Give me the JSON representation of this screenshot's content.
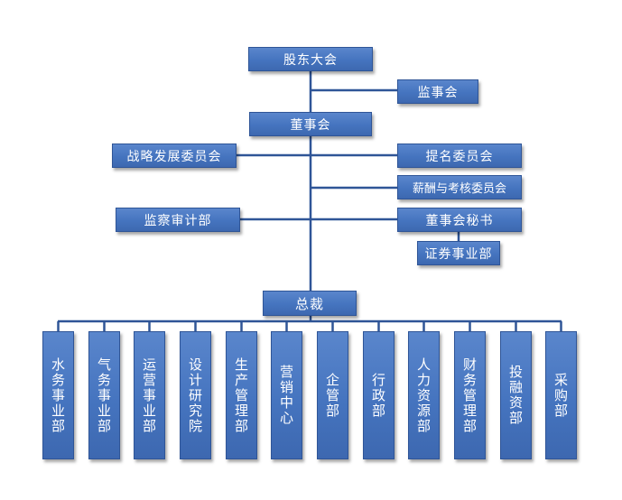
{
  "nodes": {
    "shareholders": "股东大会",
    "supervisory_board": "监事会",
    "board": "董事会",
    "strategy_committee": "战略发展委员会",
    "nomination_committee": "提名委员会",
    "compensation_committee": "薪酬与考核委员会",
    "audit_dept": "监察审计部",
    "board_secretary": "董事会秘书",
    "securities_dept": "证券事业部",
    "president": "总裁"
  },
  "departments": [
    "水务事业部",
    "气务事业部",
    "运营事业部",
    "设计研究院",
    "生产管理部",
    "营销中心",
    "企管部",
    "行政部",
    "人力资源部",
    "财务管理部",
    "投融资部",
    "采购部"
  ],
  "colors": {
    "box_fill": "#4574bf",
    "box_border": "#2f5597",
    "line": "#2f5597",
    "text": "#ffffff"
  }
}
